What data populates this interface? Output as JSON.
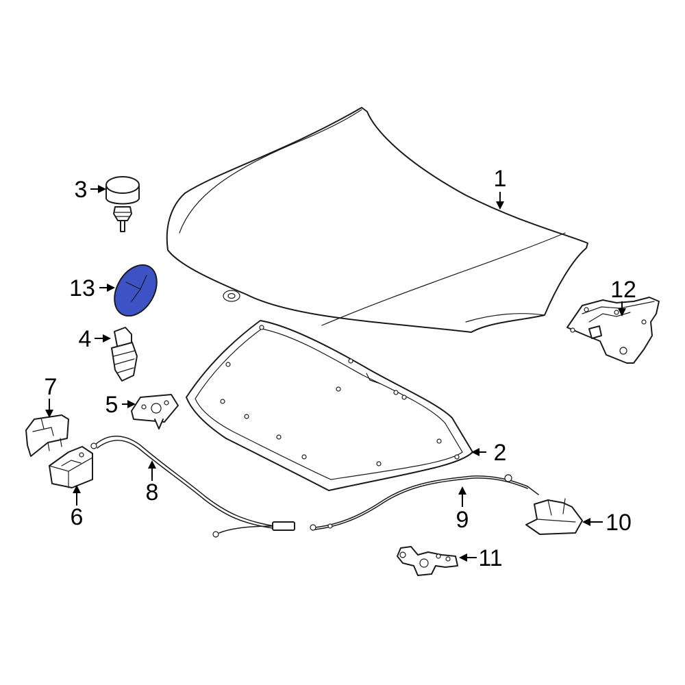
{
  "highlight_color": "#3d52c4",
  "callouts": [
    {
      "id": "1",
      "label": "1"
    },
    {
      "id": "2",
      "label": "2"
    },
    {
      "id": "3",
      "label": "3"
    },
    {
      "id": "4",
      "label": "4"
    },
    {
      "id": "5",
      "label": "5"
    },
    {
      "id": "6",
      "label": "6"
    },
    {
      "id": "7",
      "label": "7"
    },
    {
      "id": "8",
      "label": "8"
    },
    {
      "id": "9",
      "label": "9"
    },
    {
      "id": "10",
      "label": "10"
    },
    {
      "id": "11",
      "label": "11"
    },
    {
      "id": "12",
      "label": "12"
    },
    {
      "id": "13",
      "label": "13",
      "highlighted": true
    }
  ]
}
